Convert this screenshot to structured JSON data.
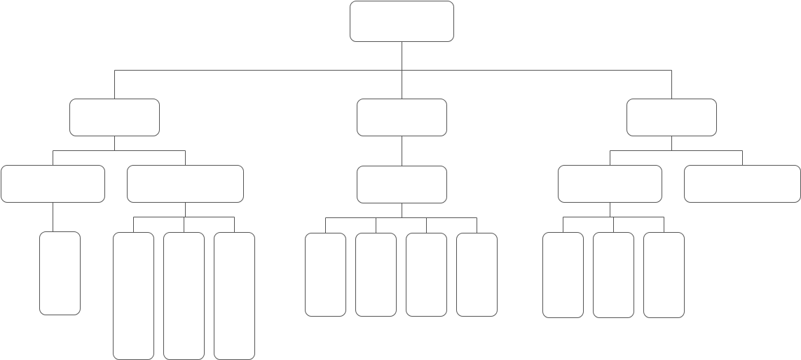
{
  "diagram": {
    "type": "org-chart",
    "node_labels_visible": false,
    "colors": {
      "node_border": "#555555",
      "connector": "#555555",
      "background": "#ffffff"
    },
    "root": {
      "id": "root",
      "label": "",
      "children": [
        {
          "id": "branch-left",
          "label": "",
          "children": [
            {
              "id": "left-a",
              "label": "",
              "children": [
                {
                  "id": "left-a-1",
                  "label": ""
                }
              ]
            },
            {
              "id": "left-b",
              "label": "",
              "children": [
                {
                  "id": "left-b-1",
                  "label": ""
                },
                {
                  "id": "left-b-2",
                  "label": ""
                },
                {
                  "id": "left-b-3",
                  "label": ""
                }
              ]
            }
          ]
        },
        {
          "id": "branch-middle",
          "label": "",
          "children": [
            {
              "id": "middle-a",
              "label": "",
              "children": [
                {
                  "id": "middle-a-1",
                  "label": ""
                },
                {
                  "id": "middle-a-2",
                  "label": ""
                },
                {
                  "id": "middle-a-3",
                  "label": ""
                },
                {
                  "id": "middle-a-4",
                  "label": ""
                }
              ]
            }
          ]
        },
        {
          "id": "branch-right",
          "label": "",
          "children": [
            {
              "id": "right-a",
              "label": "",
              "children": [
                {
                  "id": "right-a-1",
                  "label": ""
                },
                {
                  "id": "right-a-2",
                  "label": ""
                },
                {
                  "id": "right-a-3",
                  "label": ""
                }
              ]
            },
            {
              "id": "right-b",
              "label": ""
            }
          ]
        }
      ]
    }
  }
}
